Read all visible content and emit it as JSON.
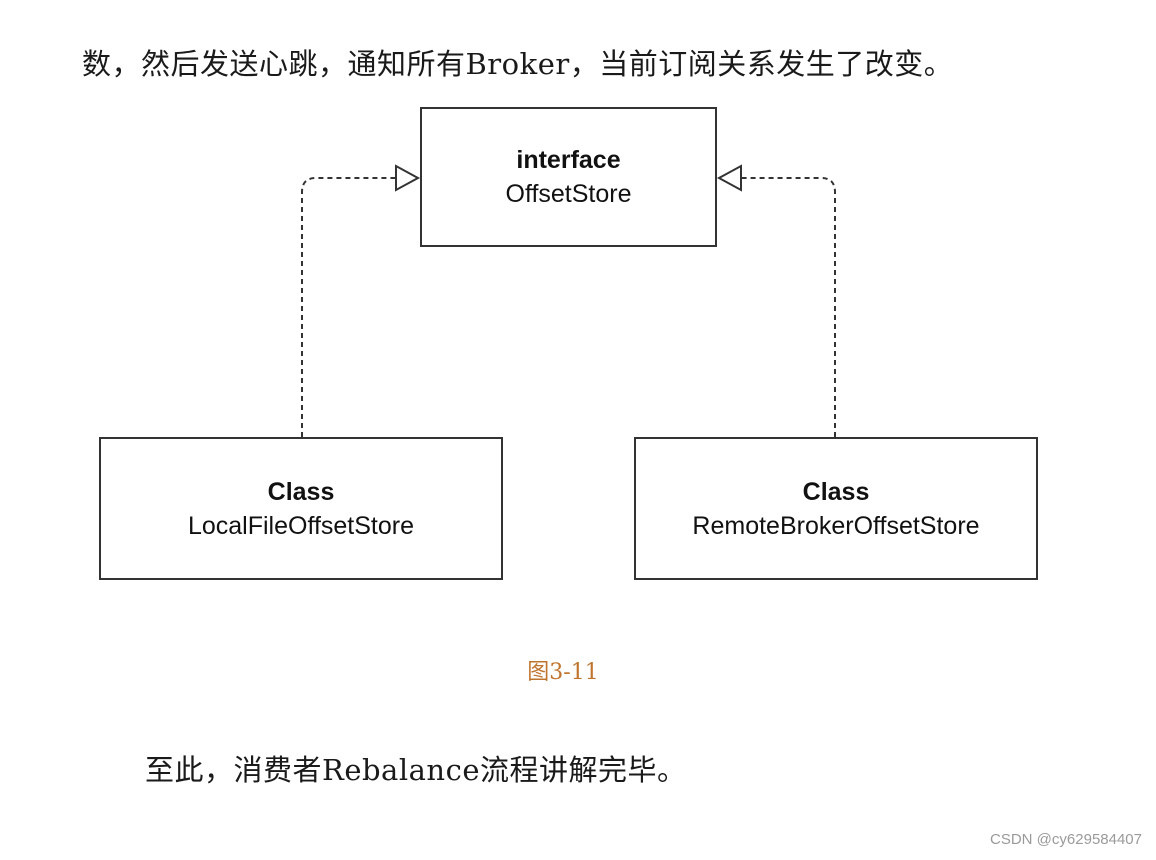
{
  "text": {
    "top_line": "数，然后发送心跳，通知所有Broker，当前订阅关系发生了改变。",
    "bottom_line": "至此，消费者Rebalance流程讲解完毕。"
  },
  "diagram": {
    "interface_box": {
      "kind": "interface",
      "name": "OffsetStore"
    },
    "local_box": {
      "kind": "Class",
      "name": "LocalFileOffsetStore"
    },
    "remote_box": {
      "kind": "Class",
      "name": "RemoteBrokerOffsetStore"
    },
    "caption": "图3-11"
  },
  "watermark": "CSDN @cy629584407",
  "colors": {
    "caption": "#c0752f",
    "line": "#333333"
  }
}
